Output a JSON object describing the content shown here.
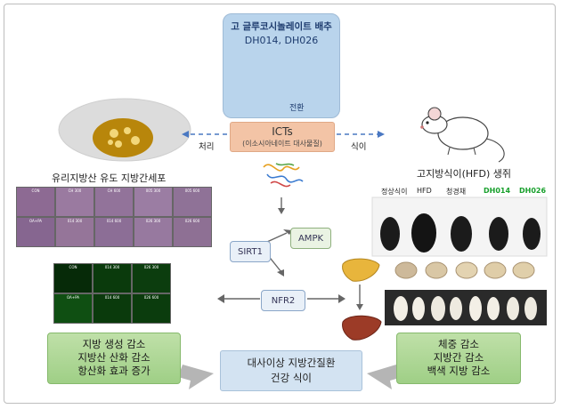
{
  "top_box": {
    "line1": "고 글루코시놀레이트 배추",
    "line2": "DH014, DH026"
  },
  "conversion_label": "전환",
  "ict_box": {
    "title": "ICTs",
    "subtitle": "(이소시아네이트 대사물질)"
  },
  "treatment_label": "처리",
  "diet_label": "식이",
  "left_title": "유리지방산 유도 지방간세포",
  "right_title": "고지방식이(HFD) 생쥐",
  "mouse_groups": [
    "정상식이",
    "HFD",
    "청경채",
    "DH014",
    "DH026"
  ],
  "micro_row1": [
    "CON",
    "CH 300",
    "CH 600",
    "005 300",
    "005 600"
  ],
  "micro_row2": [
    "OA+PA",
    "014 300",
    "014 600",
    "026 300",
    "026 600"
  ],
  "fluor_captions": [
    "CON",
    "014 300",
    "026 300",
    "OA+PA",
    "014 600",
    "026 600"
  ],
  "molecules": {
    "ampk": "AMPK",
    "sirt1": "SIRT1",
    "nfr2": "NFR2"
  },
  "left_results": [
    "지방 생성 감소",
    "지방산 산화 감소",
    "항산화 효과 증가"
  ],
  "right_results": [
    "체중 감소",
    "지방간 감소",
    "백색 지방 감소"
  ],
  "bottom_box": {
    "line1": "대사이상 지방간질환",
    "line2": "건강 식이"
  },
  "colors": {
    "highlight_green": "#18a02c",
    "blue_box": "#b9d4ec",
    "ict_box": "#f3c4a6",
    "green_box": "#a8d590"
  }
}
